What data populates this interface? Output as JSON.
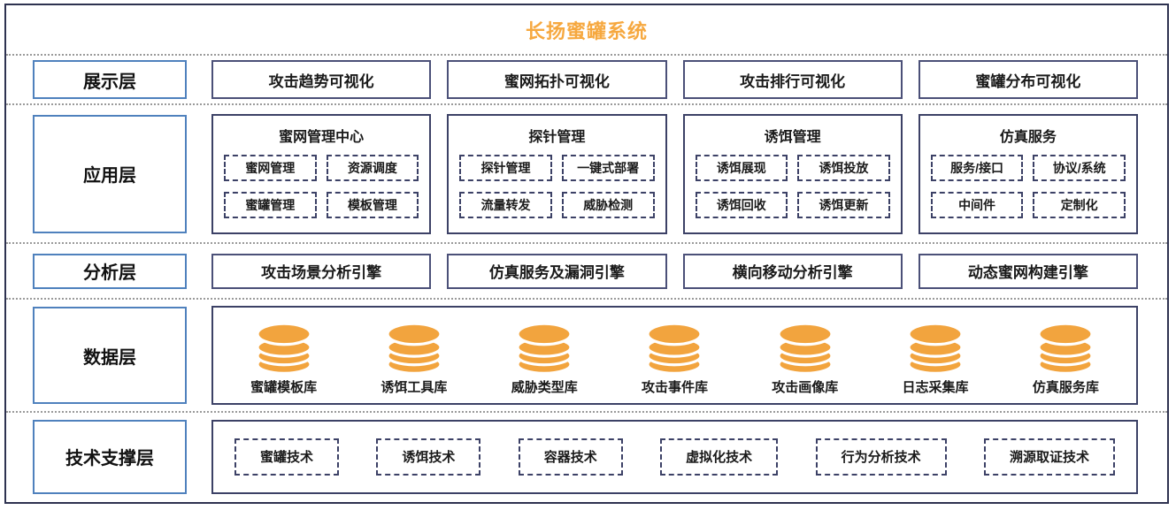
{
  "title": "长扬蜜罐系统",
  "colors": {
    "title_orange": "#f6a83f",
    "database_orange": "#f2a43e",
    "layer_label_border": "#4f81bd",
    "box_border": "#4b5078",
    "dashed_border": "#3c4166",
    "outer_border": "#2e3250",
    "separator_gray": "#9a9a9a"
  },
  "layers": {
    "display": {
      "label": "展示层",
      "items": [
        "攻击趋势可视化",
        "蜜网拓扑可视化",
        "攻击排行可视化",
        "蜜罐分布可视化"
      ]
    },
    "application": {
      "label": "应用层",
      "groups": [
        {
          "title": "蜜网管理中心",
          "items": [
            "蜜网管理",
            "资源调度",
            "蜜罐管理",
            "模板管理"
          ]
        },
        {
          "title": "探针管理",
          "items": [
            "探针管理",
            "一键式部署",
            "流量转发",
            "威胁检测"
          ]
        },
        {
          "title": "诱饵管理",
          "items": [
            "诱饵展现",
            "诱饵投放",
            "诱饵回收",
            "诱饵更新"
          ]
        },
        {
          "title": "仿真服务",
          "items": [
            "服务/接口",
            "协议/系统",
            "中间件",
            "定制化"
          ]
        }
      ]
    },
    "analysis": {
      "label": "分析层",
      "items": [
        "攻击场景分析引擎",
        "仿真服务及漏洞引擎",
        "横向移动分析引擎",
        "动态蜜网构建引擎"
      ]
    },
    "data": {
      "label": "数据层",
      "databases": [
        "蜜罐模板库",
        "诱饵工具库",
        "威胁类型库",
        "攻击事件库",
        "攻击画像库",
        "日志采集库",
        "仿真服务库"
      ]
    },
    "tech": {
      "label": "技术支撑层",
      "items": [
        "蜜罐技术",
        "诱饵技术",
        "容器技术",
        "虚拟化技术",
        "行为分析技术",
        "溯源取证技术"
      ]
    }
  }
}
